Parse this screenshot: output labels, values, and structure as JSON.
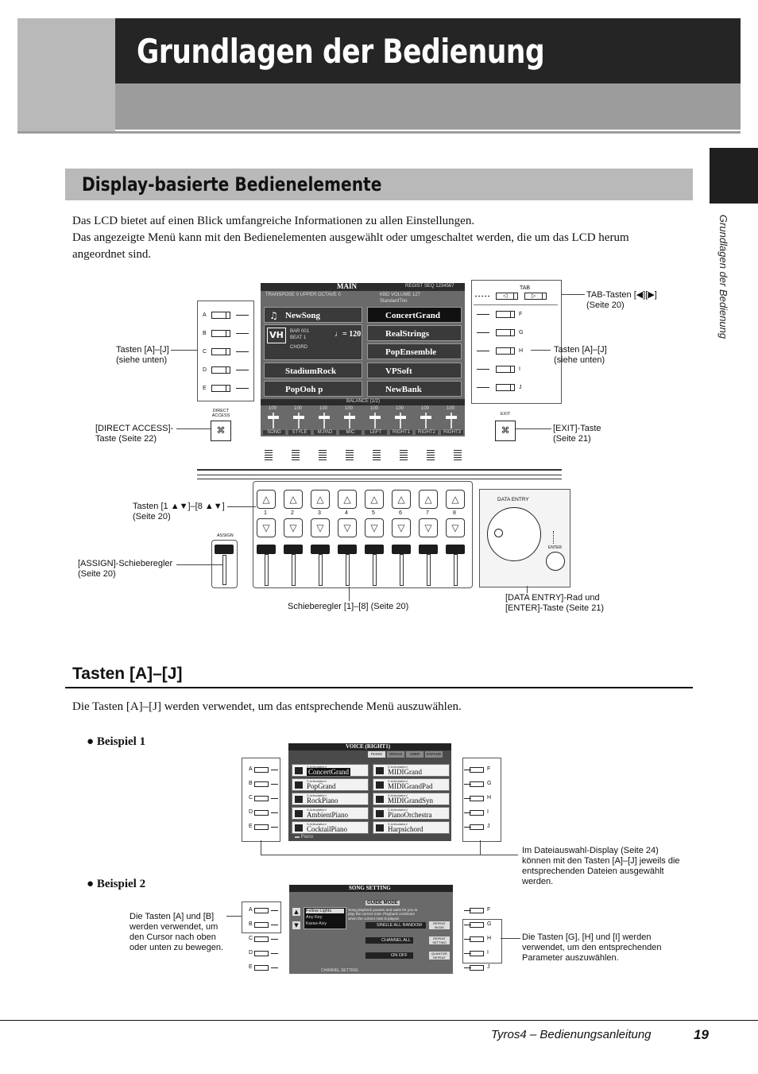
{
  "header": {
    "title": "Grundlagen der Bedienung"
  },
  "side_tab": {
    "label": "Grundlagen der Bedienung"
  },
  "section": {
    "title": "Display-basierte Bedienelemente",
    "paragraphs": [
      "Das LCD bietet auf einen Blick umfangreiche Informationen zu allen Einstellungen.",
      "Das angezeigte Menü kann mit den Bedienelementen ausgewählt oder umgeschaltet werden, die um das LCD herum",
      "angeordnet sind."
    ]
  },
  "panel_figure": {
    "lcd_title": "MAIN",
    "lcd_regist": "REGIST SEQ 1234567",
    "lcd_status_left": "TRANSPOSE  0    UPPER OCTAVE  0",
    "lcd_status_right": "KBD VOLUME  127",
    "lcd_style_name": "StandardTrio",
    "lcd_bar": "BAR 001",
    "lcd_beat": "BEAT 1",
    "lcd_tempo": "♩= 120",
    "lcd_chord": "CHORD",
    "lcd_song": "NewSong",
    "lcd_style": "StadiumRock",
    "lcd_multipad": "PopOoh p",
    "lcd_right1": "ConcertGrand",
    "lcd_right2": "RealStrings",
    "lcd_right3": "PopEnsemble",
    "lcd_left": "VPSoft",
    "lcd_bank": "NewBank",
    "lcd_balance": "BALANCE (1/2)",
    "lcd_mixer": [
      "SONG",
      "STYLE",
      "M.PAD",
      "MIC",
      "LEFT",
      "RIGHT1",
      "RIGHT2",
      "RIGHT3"
    ],
    "lcd_mixer_values": [
      "100",
      "100",
      "100",
      "100",
      "100",
      "100",
      "100",
      "100"
    ],
    "left_letters": [
      "A",
      "B",
      "C",
      "D",
      "E"
    ],
    "right_letters": [
      "F",
      "G",
      "H",
      "I",
      "J"
    ],
    "tab_label": "TAB",
    "direct_access_label": "DIRECT ACCESS",
    "exit_label": "EXIT",
    "assign_label": "ASSIGN",
    "data_entry_label": "DATA ENTRY",
    "enter_label": "ENTER",
    "number_buttons": [
      "1",
      "2",
      "3",
      "4",
      "5",
      "6",
      "7",
      "8"
    ],
    "callouts": {
      "tab": [
        "TAB-Tasten [◀][▶]",
        "(Seite 20)"
      ],
      "buttons_left": [
        "Tasten [A]–[J]",
        "(siehe unten)"
      ],
      "buttons_right": [
        "Tasten [A]–[J]",
        "(siehe unten)"
      ],
      "direct_access": [
        "[DIRECT ACCESS]-",
        "Taste (Seite 22)"
      ],
      "exit": [
        "[EXIT]-Taste",
        "(Seite 21)"
      ],
      "updown": [
        "Tasten [1 ▲▼]–[8 ▲▼]",
        "(Seite 20)"
      ],
      "assign": [
        "[ASSIGN]-Schieberegler",
        "(Seite 20)"
      ],
      "sliders": "Schieberegler [1]–[8] (Seite 20)",
      "data_entry": [
        "[DATA ENTRY]-Rad und",
        "[ENTER]-Taste (Seite 21)"
      ]
    }
  },
  "tasten": {
    "title": "Tasten [A]–[J]",
    "text": "Die Tasten [A]–[J] werden verwendet, um das entsprechende Menü auszuwählen.",
    "example1": {
      "label": "Beispiel 1",
      "lcd_title": "VOICE (RIGHT1)",
      "tabs": [
        "PIANO",
        "ORGAN",
        "USER",
        "EXPAND"
      ],
      "left_voices": [
        "ConcertGrand",
        "PopGrand",
        "RockPiano",
        "AmbientPiano",
        "CocktailPiano"
      ],
      "right_voices": [
        "MIDIGrand",
        "MIDIGrandPad",
        "MIDIGrandSyn",
        "PianoOrchestra",
        "Harpsichord"
      ],
      "voice_prefix": "S.Articulation!",
      "folder": "Piano",
      "note": [
        "Im Dateiauswahl-Display (Seite 24)",
        "können mit den Tasten [A]–[J] jeweils die",
        "entsprechenden Dateien ausgewählt",
        "werden."
      ]
    },
    "example2": {
      "label": "Beispiel 2",
      "lcd_title": "SONG SETTING",
      "guide_mode": "GUIDE MODE",
      "guide_items": [
        "Follow Lights",
        "Any Key",
        "Karao-Key"
      ],
      "guide_text": "Song playback pauses and waits for you to play the correct note. Playback continues when the correct note is played.",
      "settings": [
        "SINGLE ALL RANDOM",
        "CHANNEL ALL",
        "ON OFF"
      ],
      "side_buttons": [
        "REPEAT MODE",
        "REPEAT SETTING",
        "QUANTIZE REPEAT"
      ],
      "channel_setting": "CHANNEL SETTING",
      "note_left": [
        "Die Tasten [A] und [B]",
        "werden verwendet, um",
        "den Cursor nach oben",
        "oder unten zu bewegen."
      ],
      "note_right": [
        "Die Tasten [G], [H] und [I] werden",
        "verwendet, um den entsprechenden",
        "Parameter auszuwählen."
      ]
    }
  },
  "footer": {
    "text": "Tyros4 – Bedienungsanleitung",
    "page": "19"
  }
}
